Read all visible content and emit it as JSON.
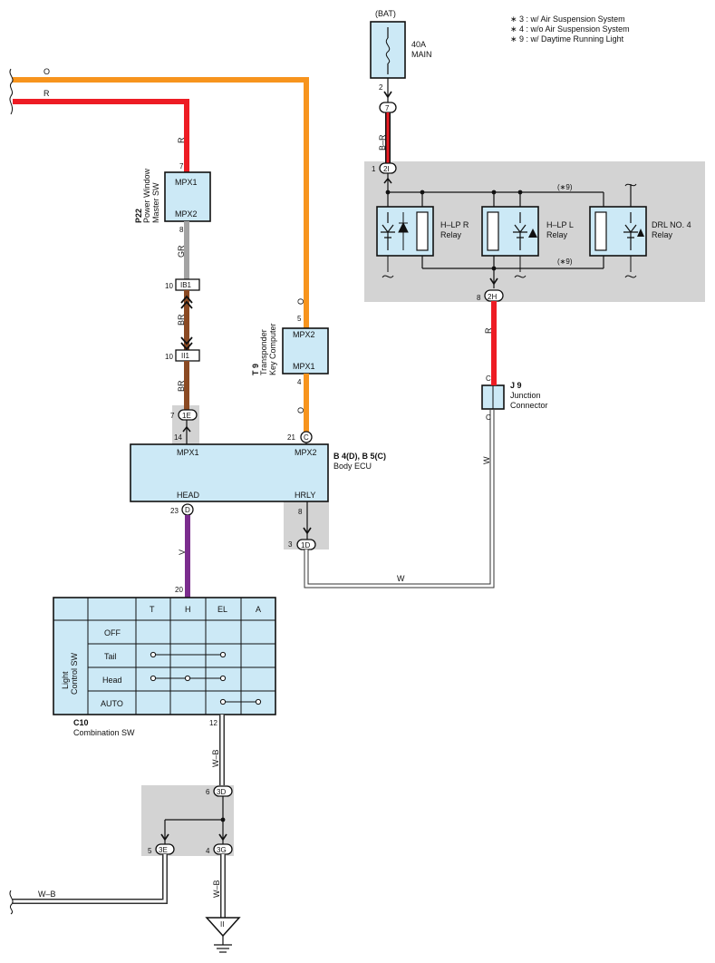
{
  "notes": [
    "∗ 3 : w/ Air Suspension System",
    "∗ 4 : w/o Air Suspension System",
    "∗ 9 : w/ Daytime Running Light"
  ],
  "colors": {
    "orange": "#f7941d",
    "red": "#ed1c24",
    "gray": "#a3a3a3",
    "brown": "#8b4a23",
    "purple": "#7b2d8e",
    "white_wire": "#ffffff",
    "component_fill": "#cce9f6",
    "shade": "#d3d3d3"
  },
  "wires": {
    "o_top": "O",
    "r_top": "R",
    "r_vertical": "R",
    "gr": "GR",
    "br_upper": "BR",
    "br_lower": "BR",
    "o_upper": "O",
    "o_lower": "O",
    "b_r": "B–R",
    "r_right": "R",
    "w_right": "W",
    "w_bottom": "W",
    "v": "V",
    "w_b_upper": "W–B",
    "w_b_lower": "W–B",
    "w_b_left": "W–B"
  },
  "bat": {
    "label": "(BAT)",
    "fuse_amp": "40A",
    "fuse_name": "MAIN",
    "pin_top": "2",
    "connector": "7"
  },
  "relays": {
    "pin_top": "1",
    "connector_top": "2I",
    "pin_bottom": "8",
    "connector_bottom": "2H",
    "note_top": "(∗9)",
    "note_bottom": "(∗9)",
    "items": [
      {
        "name": "H–LP R",
        "sub": "Relay"
      },
      {
        "name": "H–LP L",
        "sub": "Relay"
      },
      {
        "name": "DRL NO. 4",
        "sub": "Relay"
      }
    ]
  },
  "p22": {
    "code": "P22",
    "name_1": "Power Window",
    "name_2": "Master SW",
    "pin_top": "7",
    "pin_bottom": "8",
    "mpx_top": "MPX1",
    "mpx_bottom": "MPX2"
  },
  "ib1": {
    "pin": "10",
    "label": "IB1"
  },
  "ii1": {
    "pin": "10",
    "label": "II1"
  },
  "e1": {
    "pin": "7",
    "label": "1E"
  },
  "t9": {
    "code": "T 9",
    "name_1": "Transponder",
    "name_2": "Key Computer",
    "pin_top": "5",
    "pin_bottom": "4",
    "mpx_top": "MPX2",
    "mpx_bottom": "MPX1"
  },
  "j9": {
    "code": "J 9",
    "name_1": "Junction",
    "name_2": "Connector",
    "pin_top": "C",
    "pin_bottom": "C"
  },
  "body_ecu": {
    "code": "B 4(D), B 5(C)",
    "name": "Body ECU",
    "pin_mpx1": "14",
    "pin_mpx2": "21",
    "conn_mpx2": "C",
    "label_mpx1": "MPX1",
    "label_mpx2": "MPX2",
    "label_head": "HEAD",
    "label_hrly": "HRLY",
    "pin_head": "23",
    "conn_head": "D",
    "pin_hrly": "8",
    "pin_1d": "3",
    "conn_1d": "1D"
  },
  "combo_sw": {
    "code": "C10",
    "name": "Combination SW",
    "side_label_1": "Light",
    "side_label_2": "Control SW",
    "pin_top": "20",
    "pin_bottom": "12",
    "columns": [
      "T",
      "H",
      "EL",
      "A"
    ],
    "rows": [
      "OFF",
      "Tail",
      "Head",
      "AUTO"
    ]
  },
  "ground": {
    "pin_3d": "6",
    "conn_3d": "3D",
    "pin_3e": "5",
    "conn_3e": "3E",
    "pin_3g": "4",
    "conn_3g": "3G",
    "symbol": "II"
  }
}
